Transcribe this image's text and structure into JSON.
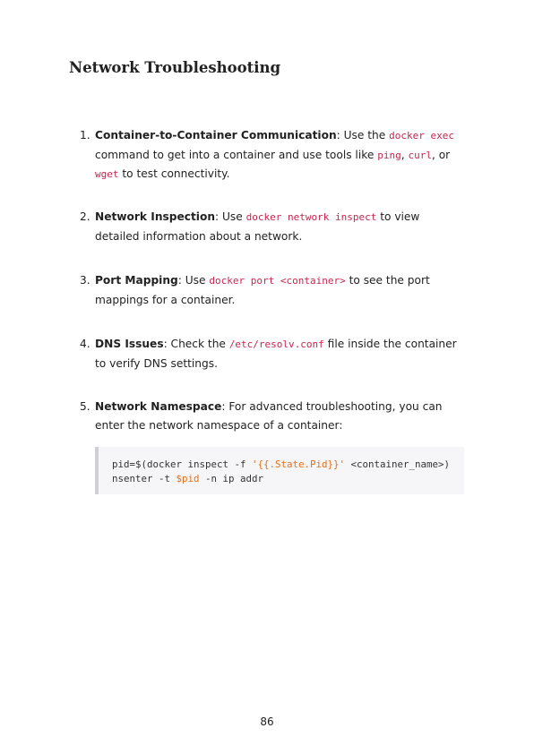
{
  "title": "Network Troubleshooting",
  "items": [
    {
      "number": "1.",
      "term": "Container-to-Container Communication",
      "t1": ": Use the ",
      "c1": "docker exec",
      "t2": " command to get into a container and use tools like ",
      "c2": "ping",
      "t3": ", ",
      "c3": "curl",
      "t4": ", or ",
      "c4": "wget",
      "t5": " to test connectivity."
    },
    {
      "number": "2.",
      "term": "Network Inspection",
      "t1": ": Use ",
      "c1": "docker network inspect",
      "t2": " to view detailed information about a network."
    },
    {
      "number": "3.",
      "term": "Port Mapping",
      "t1": ": Use ",
      "c1": "docker port <container>",
      "t2": " to see the port mappings for a container."
    },
    {
      "number": "4.",
      "term": "DNS Issues",
      "t1": ": Check the ",
      "c1": "/etc/resolv.conf",
      "t2": " file inside the container to verify DNS settings."
    },
    {
      "number": "5.",
      "term": "Network Namespace",
      "t1": ": For advanced troubleshooting, you can enter the network namespace of a container:"
    }
  ],
  "code": {
    "l1a": "pid=$(docker inspect -f ",
    "l1b": "'{{.State.Pid}}'",
    "l1c": " <container_name>)",
    "l2a": "nsenter -t ",
    "l2b": "$pid",
    "l2c": " -n ip addr"
  },
  "page_number": "86"
}
